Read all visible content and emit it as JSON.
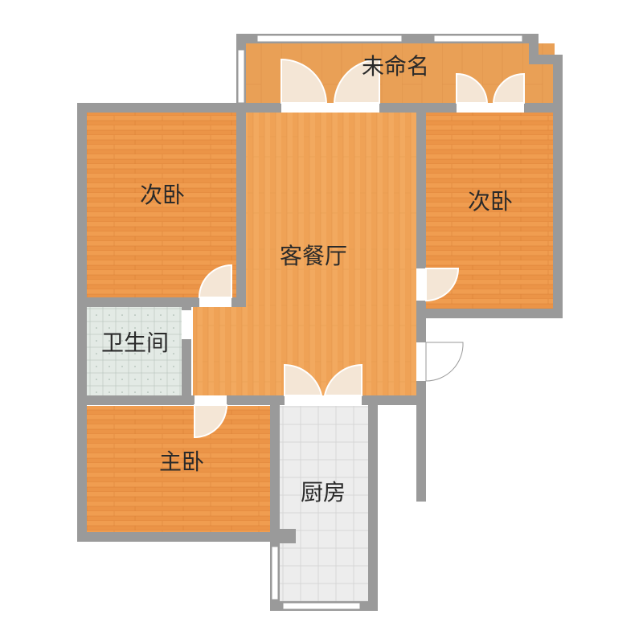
{
  "rooms": {
    "unnamed": "未命名",
    "second_bedroom_left": "次卧",
    "second_bedroom_right": "次卧",
    "living_dining": "客餐厅",
    "bathroom": "卫生间",
    "master_bedroom": "主卧",
    "kitchen": "厨房"
  },
  "colors": {
    "wall": "#9a9a9a",
    "wood_light": "#f0a451",
    "wood_mid": "#e68c3e",
    "wood_dark": "#d9762f",
    "bedroom": "#e98a44",
    "tile_bath": "#e4ebe6",
    "tile_kitchen": "#ececec",
    "window_frame": "#ffffff",
    "door_swing": "#f4e6d6"
  }
}
